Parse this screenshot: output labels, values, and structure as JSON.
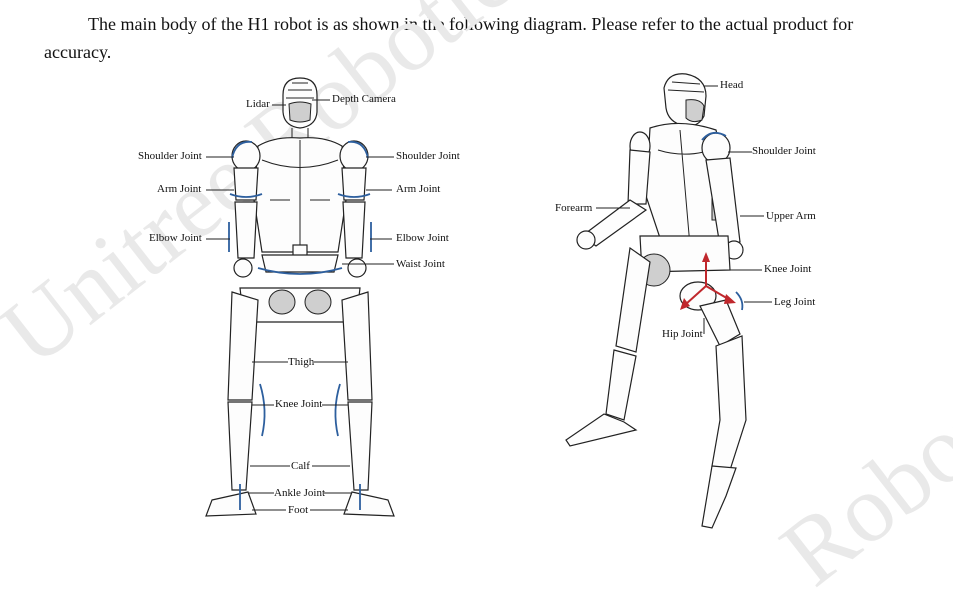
{
  "intro_text": "The main body of the H1 robot is as shown in the following diagram. Please refer to the actual product for accuracy.",
  "watermark": {
    "left": "Unitree Robotics",
    "right": "Robotics"
  },
  "front_view": {
    "lidar": "Lidar",
    "depth_camera": "Depth Camera",
    "shoulder_joint_left": "Shoulder Joint",
    "shoulder_joint_right": "Shoulder Joint",
    "arm_joint_left": "Arm Joint",
    "arm_joint_right": "Arm Joint",
    "elbow_joint_left": "Elbow Joint",
    "elbow_joint_right": "Elbow Joint",
    "waist_joint": "Waist Joint",
    "thigh": "Thigh",
    "knee_joint": "Knee Joint",
    "calf": "Calf",
    "ankle_joint": "Ankle Joint",
    "foot": "Foot"
  },
  "side_view": {
    "head": "Head",
    "shoulder_joint": "Shoulder Joint",
    "forearm": "Forearm",
    "upper_arm": "Upper Arm",
    "knee_joint": "Knee Joint",
    "leg_joint": "Leg Joint",
    "hip_joint": "Hip Joint"
  },
  "colors": {
    "rotation_arrow": "#2d5f9e",
    "axis_arrow": "#c0282d"
  }
}
